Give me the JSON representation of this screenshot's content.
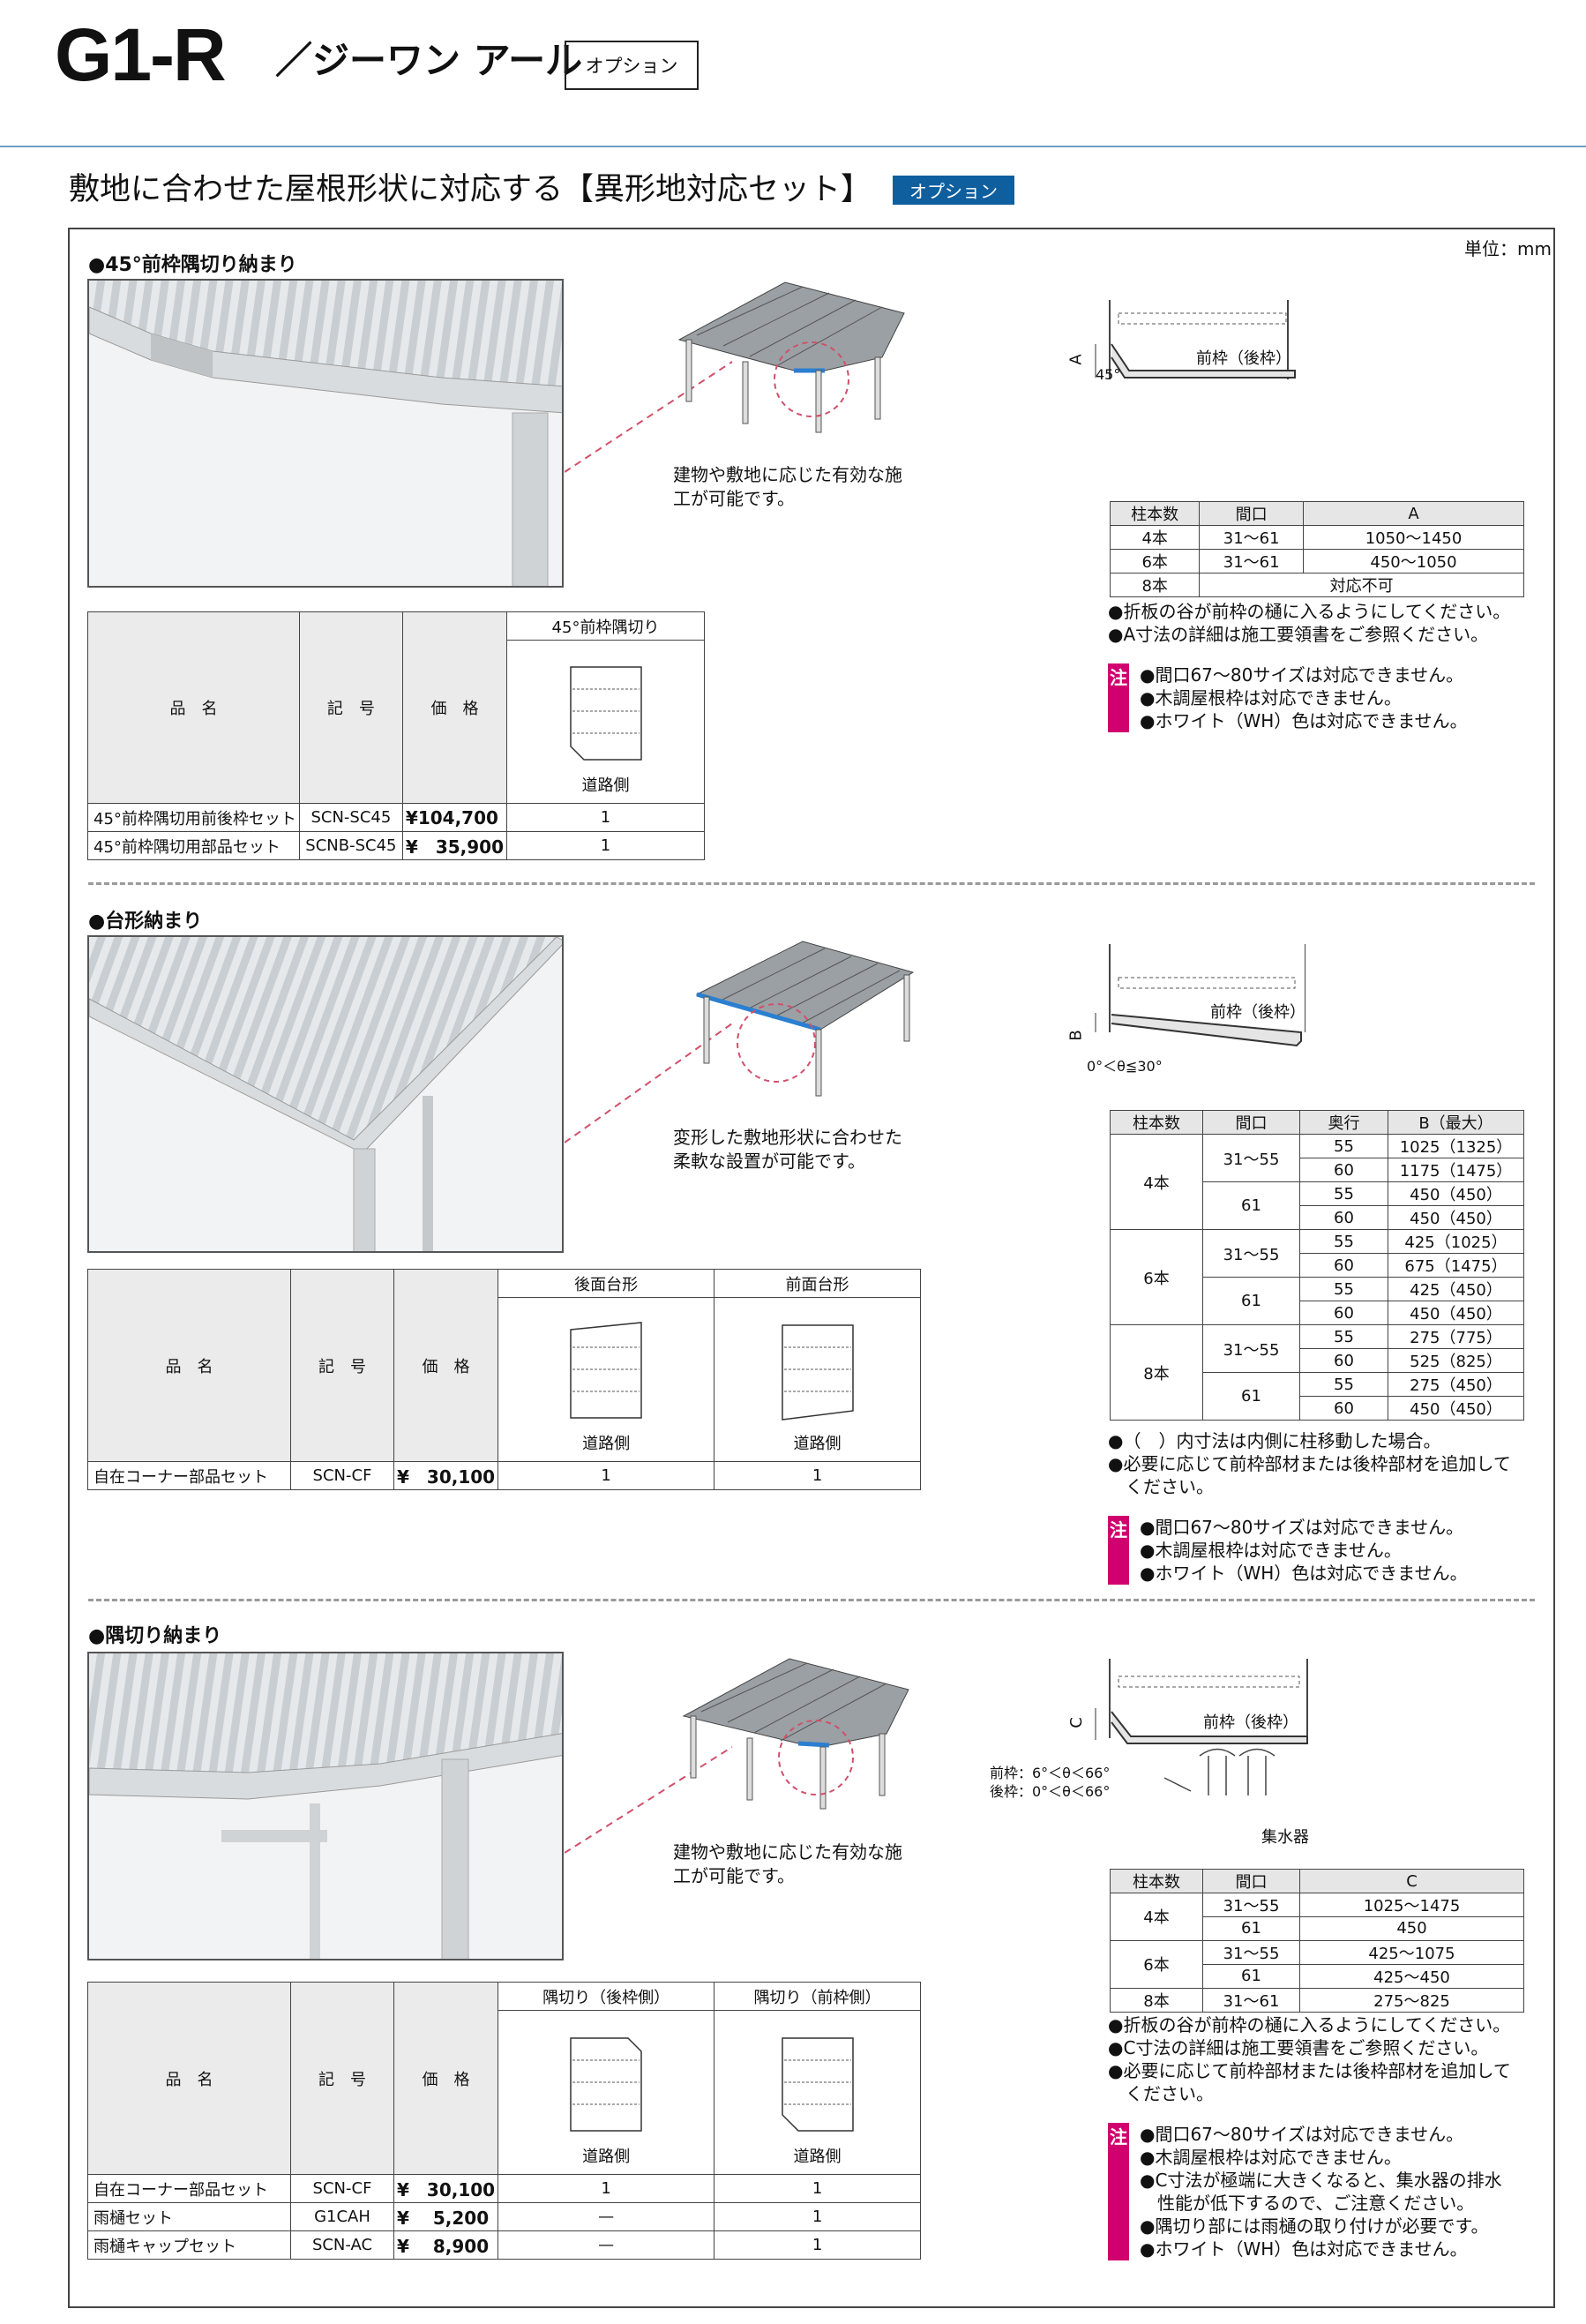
{
  "header": {
    "title": "G1-R",
    "subtitle": "／ジーワン アール",
    "option_label": "オプション"
  },
  "section": {
    "title": "敷地に合わせた屋根形状に対応する【異形地対応セット】",
    "badge": "オプション",
    "unit": "単位：mm"
  },
  "s1": {
    "heading": "●45°前枠隅切り納まり",
    "caption": [
      "建物や敷地に応じた有効な施",
      "工が可能です。"
    ],
    "diagram": {
      "dim": "A",
      "angle": "45°",
      "label": "前枠（後枠）"
    },
    "spec": {
      "headers": [
        "柱本数",
        "間口",
        "A"
      ],
      "rows": [
        [
          "4本",
          "31～61",
          "1050～1450"
        ],
        [
          "6本",
          "31～61",
          "450～1050"
        ],
        [
          "8本",
          "対応不可"
        ]
      ]
    },
    "notes": [
      "●折板の谷が前枠の樋に入るようにしてください。",
      "●A寸法の詳細は施工要領書をご参照ください。"
    ],
    "caution_mark": "注",
    "cautions": [
      "●間口67～80サイズは対応できません。",
      "●木調屋根枠は対応できません。",
      "●ホワイト（WH）色は対応できません。"
    ],
    "product": {
      "col_name": "品　名",
      "col_code": "記　号",
      "col_price": "価　格",
      "variant_header": "45°前枠隅切り",
      "road": "道路側",
      "rows": [
        {
          "name": "45°前枠隅切用前後枠セット",
          "code": "SCN-SC45",
          "price": "¥104,700",
          "qty": "1"
        },
        {
          "name": "45°前枠隅切用部品セット",
          "code": "SCNB-SC45",
          "price": "¥　35,900",
          "qty": "1"
        }
      ]
    }
  },
  "s2": {
    "heading": "●台形納まり",
    "caption": [
      "変形した敷地形状に合わせた",
      "柔軟な設置が可能です。"
    ],
    "diagram": {
      "dim": "B",
      "angle": "0°＜θ≦30°",
      "label": "前枠（後枠）"
    },
    "spec": {
      "headers": [
        "柱本数",
        "間口",
        "奥行",
        "B（最大）"
      ],
      "groups": [
        {
          "pillars": "4本",
          "sub": [
            {
              "width": "31～55",
              "rows": [
                [
                  "55",
                  "1025（1325）"
                ],
                [
                  "60",
                  "1175（1475）"
                ]
              ]
            },
            {
              "width": "61",
              "rows": [
                [
                  "55",
                  "450（450）"
                ],
                [
                  "60",
                  "450（450）"
                ]
              ]
            }
          ]
        },
        {
          "pillars": "6本",
          "sub": [
            {
              "width": "31～55",
              "rows": [
                [
                  "55",
                  "425（1025）"
                ],
                [
                  "60",
                  "675（1475）"
                ]
              ]
            },
            {
              "width": "61",
              "rows": [
                [
                  "55",
                  "425（450）"
                ],
                [
                  "60",
                  "450（450）"
                ]
              ]
            }
          ]
        },
        {
          "pillars": "8本",
          "sub": [
            {
              "width": "31～55",
              "rows": [
                [
                  "55",
                  "275（775）"
                ],
                [
                  "60",
                  "525（825）"
                ]
              ]
            },
            {
              "width": "61",
              "rows": [
                [
                  "55",
                  "275（450）"
                ],
                [
                  "60",
                  "450（450）"
                ]
              ]
            }
          ]
        }
      ]
    },
    "notes": [
      "●（　）内寸法は内側に柱移動した場合。",
      "●必要に応じて前枠部材または後枠部材を追加して",
      "　ください。"
    ],
    "caution_mark": "注",
    "cautions": [
      "●間口67～80サイズは対応できません。",
      "●木調屋根枠は対応できません。",
      "●ホワイト（WH）色は対応できません。"
    ],
    "product": {
      "col_name": "品　名",
      "col_code": "記　号",
      "col_price": "価　格",
      "variant_headers": [
        "後面台形",
        "前面台形"
      ],
      "road": "道路側",
      "rows": [
        {
          "name": "自在コーナー部品セット",
          "code": "SCN-CF",
          "price": "¥　30,100",
          "q1": "1",
          "q2": "1"
        }
      ]
    }
  },
  "s3": {
    "heading": "●隅切り納まり",
    "caption": [
      "建物や敷地に応じた有効な施",
      "工が可能です。"
    ],
    "diagram": {
      "dim": "C",
      "angle_front": "前枠：6°＜θ＜66°",
      "angle_rear": "後枠：0°＜θ＜66°",
      "label": "前枠（後枠）",
      "collector": "集水器"
    },
    "spec": {
      "headers": [
        "柱本数",
        "間口",
        "C"
      ],
      "rows": [
        [
          "4本",
          "31～55",
          "1025～1475"
        ],
        [
          "",
          "61",
          "450"
        ],
        [
          "6本",
          "31～55",
          "425～1075"
        ],
        [
          "",
          "61",
          "425～450"
        ],
        [
          "8本",
          "31～61",
          "275～825"
        ]
      ]
    },
    "notes": [
      "●折板の谷が前枠の樋に入るようにしてください。",
      "●C寸法の詳細は施工要領書をご参照ください。",
      "●必要に応じて前枠部材または後枠部材を追加して",
      "　ください。"
    ],
    "caution_mark": "注",
    "cautions": [
      "●間口67～80サイズは対応できません。",
      "●木調屋根枠は対応できません。",
      "●C寸法が極端に大きくなると、集水器の排水",
      "　性能が低下するので、ご注意ください。",
      "●隅切り部には雨樋の取り付けが必要です。",
      "●ホワイト（WH）色は対応できません。"
    ],
    "product": {
      "col_name": "品　名",
      "col_code": "記　号",
      "col_price": "価　格",
      "variant_headers": [
        "隅切り（後枠側）",
        "隅切り（前枠側）"
      ],
      "road": "道路側",
      "rows": [
        {
          "name": "自在コーナー部品セット",
          "code": "SCN-CF",
          "price": "¥　30,100",
          "q1": "1",
          "q2": "1"
        },
        {
          "name": "雨樋セット",
          "code": "G1CAH",
          "price": "¥　 5,200",
          "q1": "—",
          "q2": "1"
        },
        {
          "name": "雨樋キャップセット",
          "code": "SCN-AC",
          "price": "¥　 8,900",
          "q1": "—",
          "q2": "1"
        }
      ]
    }
  }
}
